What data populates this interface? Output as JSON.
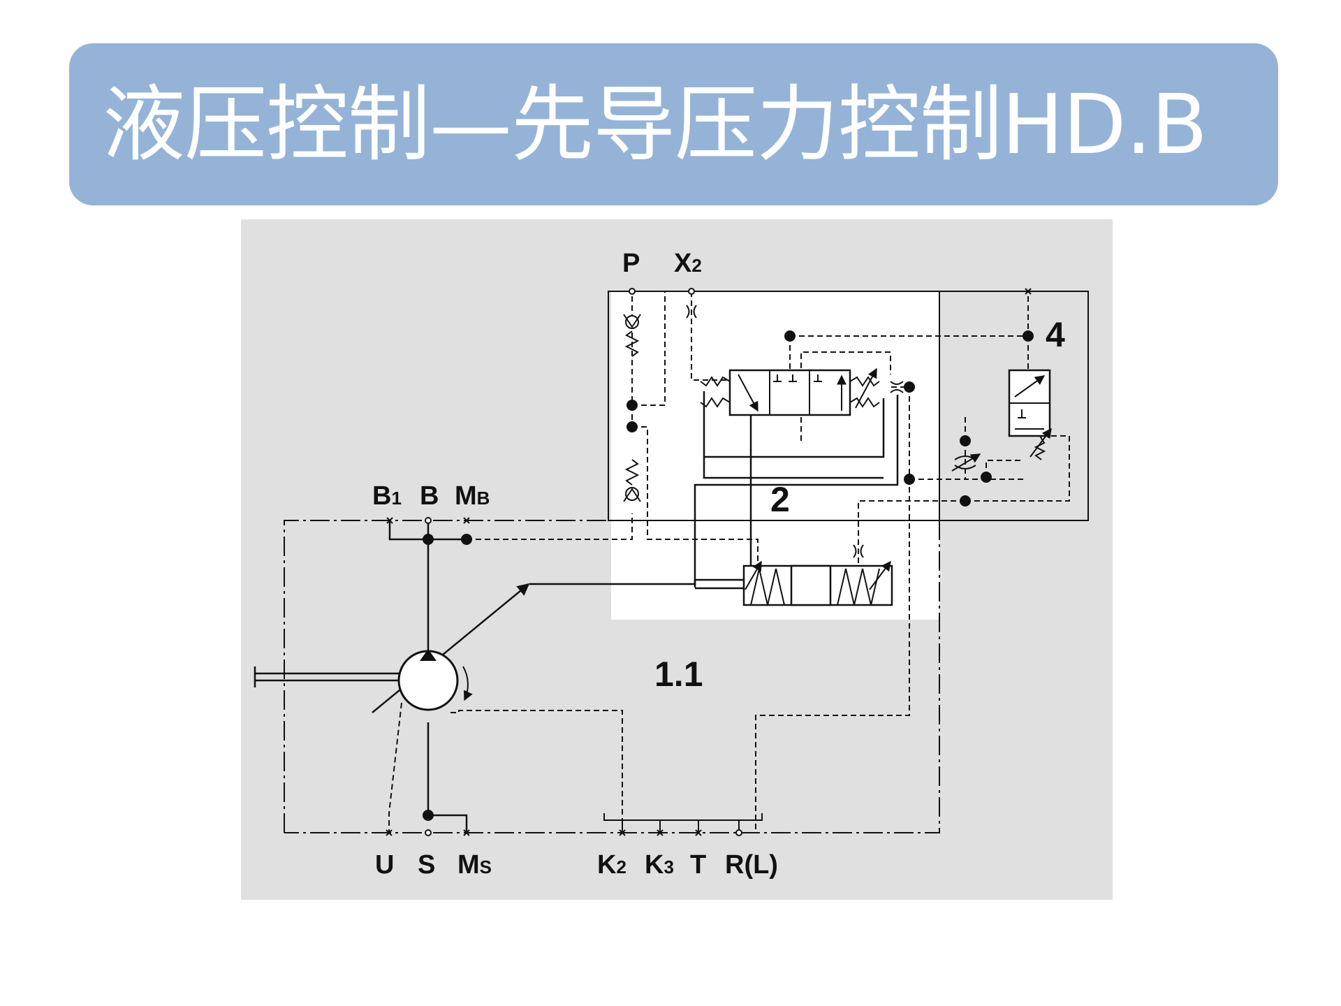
{
  "slide": {
    "title": "液压控制—先导压力控制HD.B",
    "banner_color": "#95b3d7",
    "title_color": "#ffffff"
  },
  "diagram": {
    "background_color": "#e0e0e0",
    "inner_area_color": "#ffffff",
    "ports_top": [
      {
        "main": "P",
        "sub": ""
      },
      {
        "main": "X",
        "sub": "2"
      }
    ],
    "ports_left": [
      {
        "main": "B",
        "sub": "1"
      },
      {
        "main": "B",
        "sub": ""
      },
      {
        "main": "M",
        "sub": "B"
      }
    ],
    "ports_bottom": [
      {
        "main": "U",
        "sub": ""
      },
      {
        "main": "S",
        "sub": ""
      },
      {
        "main": "M",
        "sub": "S"
      },
      {
        "main": "K",
        "sub": "2"
      },
      {
        "main": "K",
        "sub": "3"
      },
      {
        "main": "T",
        "sub": ""
      },
      {
        "main": "R(L)",
        "sub": ""
      }
    ],
    "component_labels": {
      "pump_unit": "1.1",
      "pilot_valve": "2",
      "control_module": "4"
    }
  }
}
